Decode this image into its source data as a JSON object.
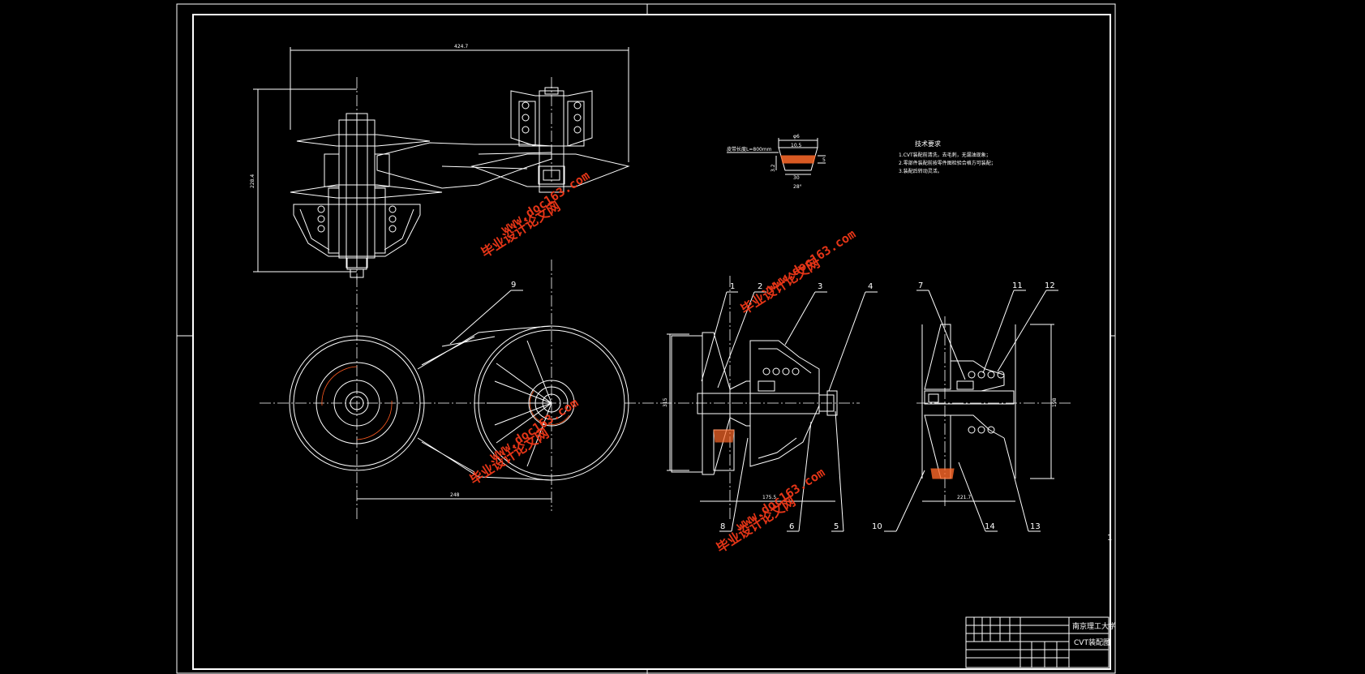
{
  "drawing": {
    "title_block": {
      "school": "南京理工大学",
      "drawing_name": "CVT装配图"
    },
    "dimensions": {
      "top_width": "424.7",
      "top_height": "228.4",
      "bottom_center": "248",
      "assembly_a_width": "175.5",
      "assembly_a_height": "315",
      "assembly_b_width": "221.7",
      "assembly_b_height": "198"
    },
    "part_numbers": [
      "1",
      "2",
      "3",
      "4",
      "5",
      "6",
      "7",
      "8",
      "9",
      "10",
      "11",
      "12",
      "13",
      "14"
    ],
    "belt_section": {
      "top": "φ6",
      "mid": "10.5",
      "side": "5",
      "bottom": "30",
      "angle": "28°",
      "left": "3.2",
      "note": "皮带长度L=800mm"
    },
    "tech_requirements": {
      "title": "技术要求",
      "items": [
        "1.CVT装配前清洗，去毛刺，无漏油现象；",
        "2.零部件装配前按零件图检验合格方可装配；",
        "3.装配后转动灵活。"
      ]
    },
    "watermarks": {
      "brand": "毕业设计论文网",
      "url": "www.doc163.com"
    },
    "sheet_mark": "1"
  }
}
